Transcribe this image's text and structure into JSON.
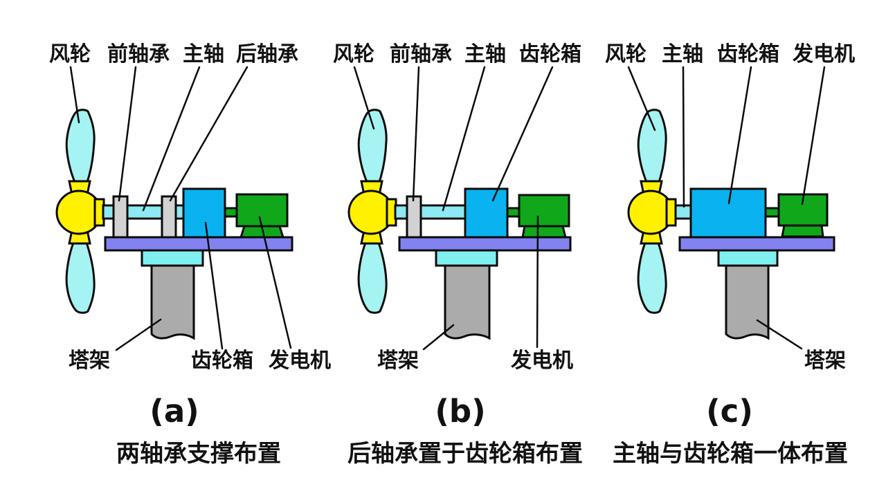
{
  "colors": {
    "background": "#ffffff",
    "outline": "#0a0a0a",
    "text": "#111111",
    "blade": "#a5f3f3",
    "hub": "#fff100",
    "shaft": "#8de9f2",
    "bearing": "#d2d2d2",
    "gearbox": "#0ab2f0",
    "generator": "#10a81a",
    "bedplate": "#8282f0",
    "tower_top": "#7ff0f0",
    "tower": "#ababab"
  },
  "diagrams": [
    {
      "letter": "(a)",
      "caption": "两轴承支撑布置",
      "labels": {
        "rotor": "风轮",
        "front_bearing": "前轴承",
        "main_shaft": "主轴",
        "rear_bearing": "后轴承",
        "tower": "塔架",
        "gearbox": "齿轮箱",
        "generator": "发电机"
      }
    },
    {
      "letter": "(b)",
      "caption": "后轴承置于齿轮箱布置",
      "labels": {
        "rotor": "风轮",
        "front_bearing": "前轴承",
        "main_shaft": "主轴",
        "gearbox": "齿轮箱",
        "tower": "塔架",
        "generator": "发电机"
      }
    },
    {
      "letter": "(c)",
      "caption": "主轴与齿轮箱一体布置",
      "labels": {
        "rotor": "风轮",
        "main_shaft": "主轴",
        "gearbox": "齿轮箱",
        "generator": "发电机",
        "tower": "塔架"
      }
    }
  ]
}
